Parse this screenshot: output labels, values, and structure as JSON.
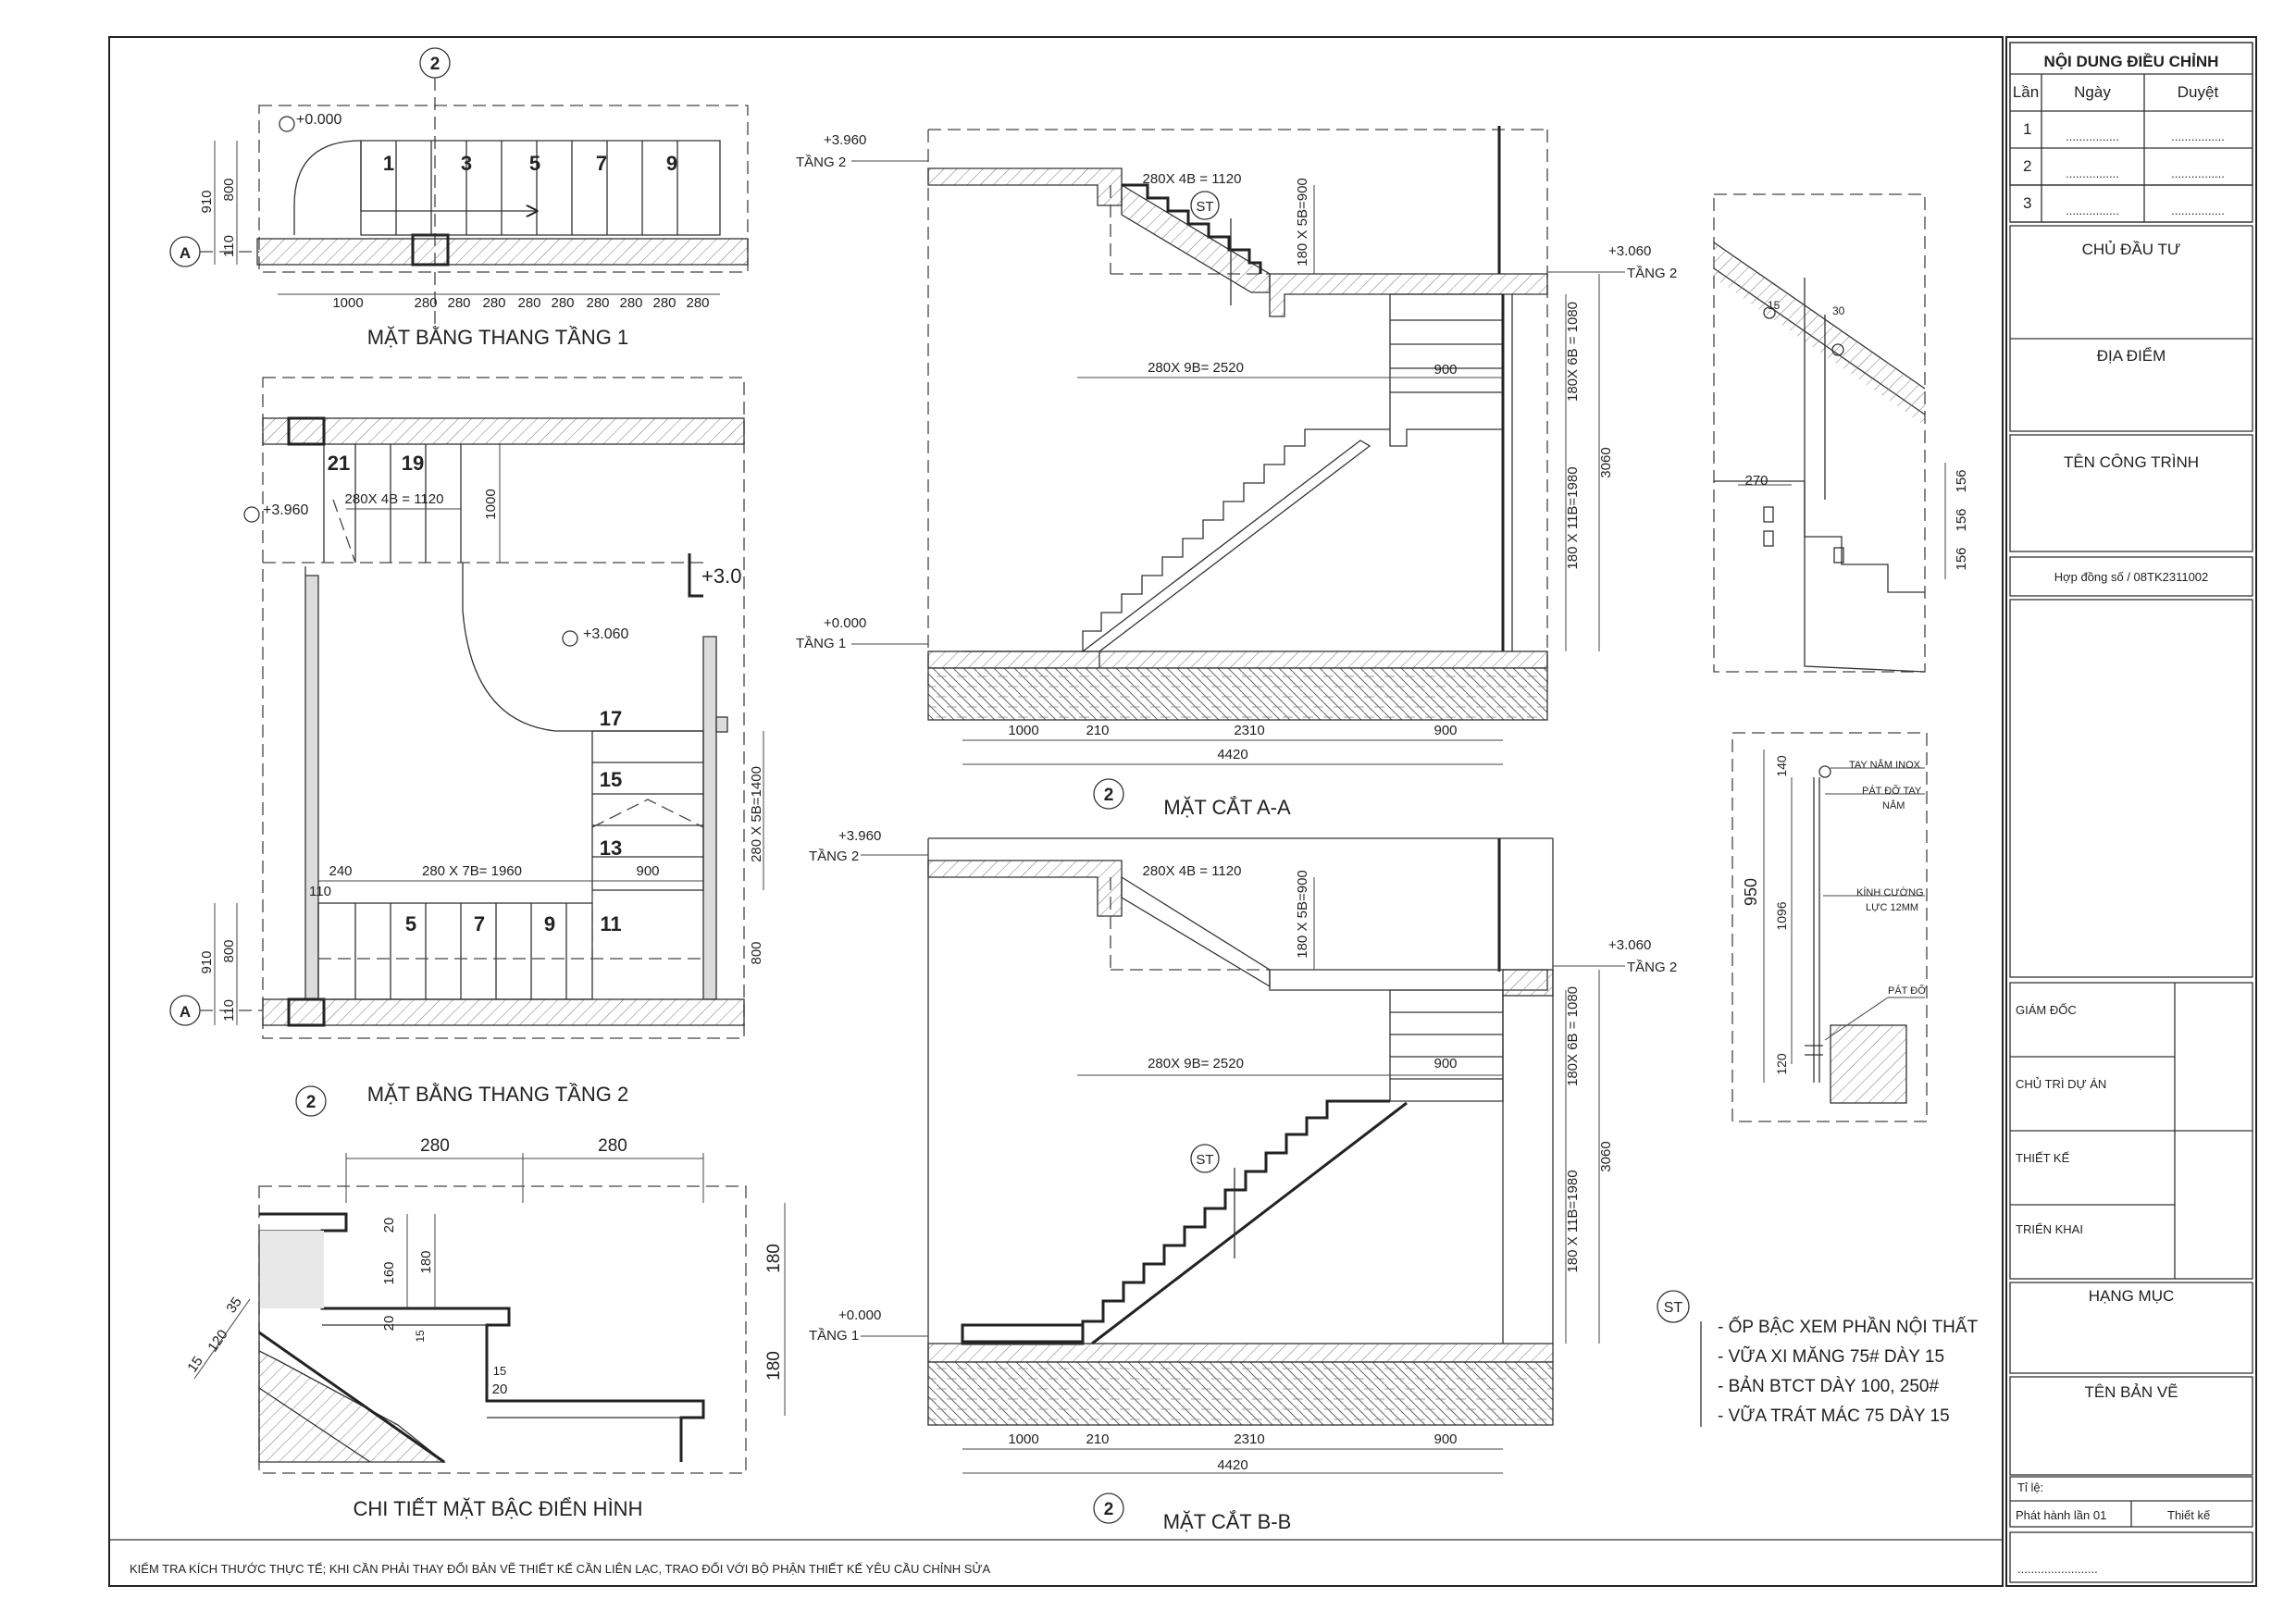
{
  "revision_table": {
    "title": "NỘI DUNG ĐIỀU CHỈNH",
    "headers": [
      "Lần",
      "Ngày",
      "Duyệt"
    ],
    "rows": [
      {
        "no": "1",
        "date": "................",
        "approved": "................"
      },
      {
        "no": "2",
        "date": "................",
        "approved": "................"
      },
      {
        "no": "3",
        "date": "................",
        "approved": "................"
      }
    ]
  },
  "title_block": {
    "owner": "CHỦ ĐẦU TƯ",
    "location": "ĐỊA ĐIỂM",
    "project": "TÊN CÔNG TRÌNH",
    "contract": "Hợp đồng số / 08TK2311002",
    "roles": [
      "GIÁM ĐỐC",
      "CHỦ TRÌ DỰ ÁN",
      "THIẾT KẾ",
      "TRIỂN KHAI"
    ],
    "category": "HẠNG MỤC",
    "drawing_name": "TÊN BẢN VẼ",
    "scale_label": "Tỉ lệ:",
    "issue": "Phát hành lần 01",
    "design": "Thiết kế",
    "dots": "........................"
  },
  "footer_note": "KIỂM TRA  KÍCH THƯỚC THỰC TẾ; KHI CẦN PHẢI THAY ĐỔI BẢN VẼ THIẾT KẾ CẦN LIÊN LẠC, TRAO ĐỔI VỚI BỘ PHẬN THIẾT KẾ YÊU CẦU CHỈNH SỬA",
  "plan1": {
    "title": "MẶT BẰNG THANG TẦNG 1",
    "axis_top": "2",
    "axis_left": "A",
    "level": "+0.000",
    "steps": [
      "1",
      "3",
      "5",
      "7",
      "9"
    ],
    "dims_bottom": [
      "1000",
      "280",
      "280",
      "280",
      "280",
      "280",
      "280",
      "280",
      "280",
      "280"
    ],
    "dims_left": [
      "910",
      "800",
      "110"
    ]
  },
  "plan2": {
    "title": "MẶT BẰNG THANG TẦNG 2",
    "axis_bottom": "2",
    "axis_left": "A",
    "level_upper": "+3.960",
    "level_landing": "+3.060",
    "level_arrow": "+3.0",
    "steps_top": [
      "21",
      "19"
    ],
    "steps_right": [
      "17",
      "15",
      "13"
    ],
    "steps_bottom": [
      "5",
      "7",
      "9",
      "11"
    ],
    "dim_top_run": "280X 4B = 1120",
    "dim_top_v": "1000",
    "dim_bottom_run": "280 X 7B= 1960",
    "dim_240": "240",
    "dim_110": "110",
    "dim_900": "900",
    "dim_right": "280 X 5B=1400",
    "dims_left": [
      "910",
      "800",
      "110"
    ],
    "dim_800": "800"
  },
  "detail": {
    "title": "CHI TIẾT MẶT BẬC ĐIỂN HÌNH",
    "dims_top": [
      "280",
      "280"
    ],
    "dims_right": [
      "180",
      "180"
    ],
    "dims_inner": [
      "20",
      "160",
      "180",
      "20",
      "15",
      "20",
      "15"
    ],
    "dims_diag": [
      "15",
      "120",
      "35"
    ]
  },
  "section_aa": {
    "title": "MẶT CẮT A-A",
    "axis": "2",
    "level_top": "+3.960",
    "floor_top": "TẦNG 2",
    "level_mid": "+3.060",
    "floor_mid": "TẦNG 2",
    "level_bot": "+0.000",
    "floor_bot": "TẦNG 1",
    "run_upper": "280X 4B = 1120",
    "rise_upper": "180 X 5B=900",
    "run_lower": "280X 9B= 2520",
    "dim_900": "900",
    "rise_right_upper": "180X 6B = 1080",
    "rise_right_lower": "180 X 11B=1980",
    "total_height": "3060",
    "dims_bottom": [
      "1000",
      "210",
      "2310",
      "900"
    ],
    "dim_total": "4420",
    "tag": "ST"
  },
  "section_bb": {
    "title": "MẶT CẮT B-B",
    "axis": "2",
    "level_top": "+3.960",
    "floor_top": "TẦNG 2",
    "level_mid": "+3.060",
    "floor_mid": "TẦNG 2",
    "level_bot": "+0.000",
    "floor_bot": "TẦNG 1",
    "run_upper": "280X 4B = 1120",
    "rise_upper": "180 X 5B=900",
    "run_lower": "280X 9B= 2520",
    "dim_900": "900",
    "rise_right_upper": "180X 6B = 1080",
    "rise_right_lower": "180 X 11B=1980",
    "total_height": "3060",
    "dims_bottom": [
      "1000",
      "210",
      "2310",
      "900"
    ],
    "dim_total": "4420",
    "tag": "ST"
  },
  "rail_detail": {
    "dims": [
      "15",
      "30",
      "270",
      "156",
      "156",
      "156"
    ]
  },
  "railing_elev": {
    "labels": [
      "TAY NẮM INOX",
      "PÁT ĐỠ TAY",
      "NẮM",
      "KÍNH CƯỜNG",
      "LỰC 12MM",
      "PÁT ĐỠ"
    ],
    "dims": [
      "140",
      "950",
      "1096",
      "120"
    ]
  },
  "legend": {
    "tag": "ST",
    "items": [
      "- ỐP BẬC XEM PHẦN NỘI THẤT",
      "- VỮA XI MĂNG 75# DÀY 15",
      "- BẢN BTCT DÀY 100, 250#",
      "- VỮA TRÁT MÁC 75 DÀY 15"
    ]
  }
}
